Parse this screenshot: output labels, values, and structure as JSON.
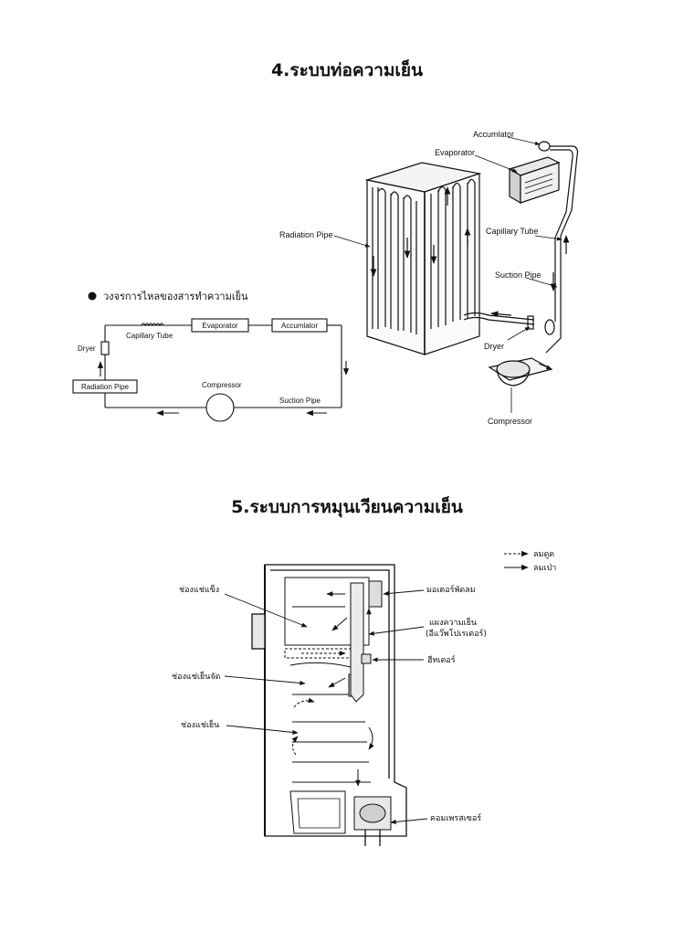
{
  "section4": {
    "title": "4.ระบบท่อความเย็น",
    "circuit_heading": "วงจรการไหลของสารทำความเย็น",
    "diagram_labels": {
      "accumulator": "Accumlator",
      "evaporator": "Evaporator",
      "radiation_pipe": "Radiation Pipe",
      "capillary_tube": "Capillary Tube",
      "suction_pipe": "Suction Pipe",
      "dryer": "Dryer",
      "compressor": "Compressor"
    },
    "circuit_labels": {
      "dryer": "Dryer",
      "capillary_tube": "Capillary Tube",
      "evaporator": "Evaporator",
      "accumulator": "Accumlator",
      "radiation_pipe": "Radiation Pipe",
      "compressor": "Compressor",
      "suction_pipe": "Suction Pipe"
    }
  },
  "section5": {
    "title": "5.ระบบการหมุนเวียนความเย็น",
    "legend": {
      "dashed": "ลมดูด",
      "solid": "ลมเป่า"
    },
    "labels": {
      "freezer": "ช่องแช่แข็ง",
      "chiller": "ช่องแช่เย็นจัด",
      "fridge": "ช่องแช่เย็น",
      "fan_motor": "มอเตอร์พัดลม",
      "evaporator_line1": "แผงความเย็น",
      "evaporator_line2": "(อีแว๊พโปเรเตอร์)",
      "heater": "ฮีทเตอร์",
      "compressor": "คอมเพรสเซอร์"
    }
  }
}
